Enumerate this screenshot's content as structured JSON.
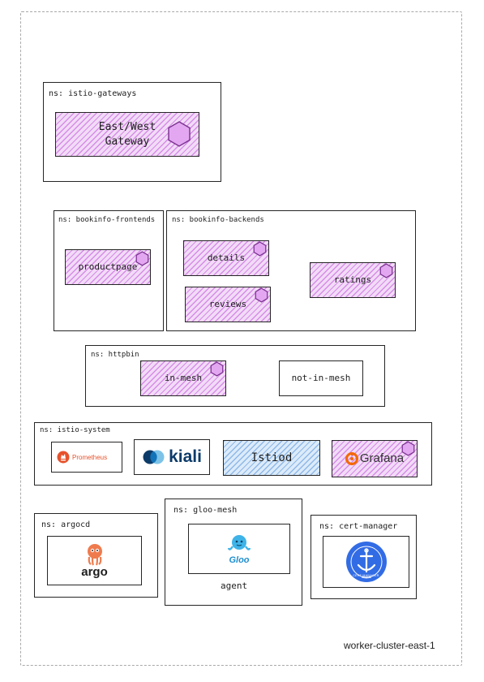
{
  "cluster": {
    "name": "worker-cluster-east-1"
  },
  "namespaces": {
    "gateways": {
      "label": "ns: istio-gateways",
      "services": {
        "eastwest": "East/West\nGateway"
      }
    },
    "frontends": {
      "label": "ns: bookinfo-frontends",
      "services": {
        "productpage": "productpage"
      }
    },
    "backends": {
      "label": "ns: bookinfo-backends",
      "services": {
        "details": "details",
        "reviews": "reviews",
        "ratings": "ratings"
      }
    },
    "httpbin": {
      "label": "ns: httpbin",
      "services": {
        "in_mesh": "in-mesh",
        "not_in_mesh": "not-in-mesh"
      }
    },
    "system": {
      "label": "ns: istio-system",
      "services": {
        "prometheus": "Prometheus",
        "kiali": "kiali",
        "istiod": "Istiod",
        "grafana": "Grafana"
      }
    },
    "argocd": {
      "label": "ns: argocd",
      "logo_text": "argo"
    },
    "gloo": {
      "label": "ns: gloo-mesh",
      "logo_text": "Gloo",
      "agent": "agent"
    },
    "cert": {
      "label": "ns: cert-manager",
      "logo_text": "CERT MANAGER"
    }
  },
  "colors": {
    "mesh": "#be4bdb",
    "istiod": "#5a96dc",
    "prometheus": "#e6522c",
    "kiali": "#0c3b6a",
    "grafana": "#f46800",
    "argo": "#ef7b4d",
    "gloo": "#3eb3e8",
    "cert": "#326ce5"
  },
  "icons": {
    "sidecar": "hexagon-icon"
  }
}
